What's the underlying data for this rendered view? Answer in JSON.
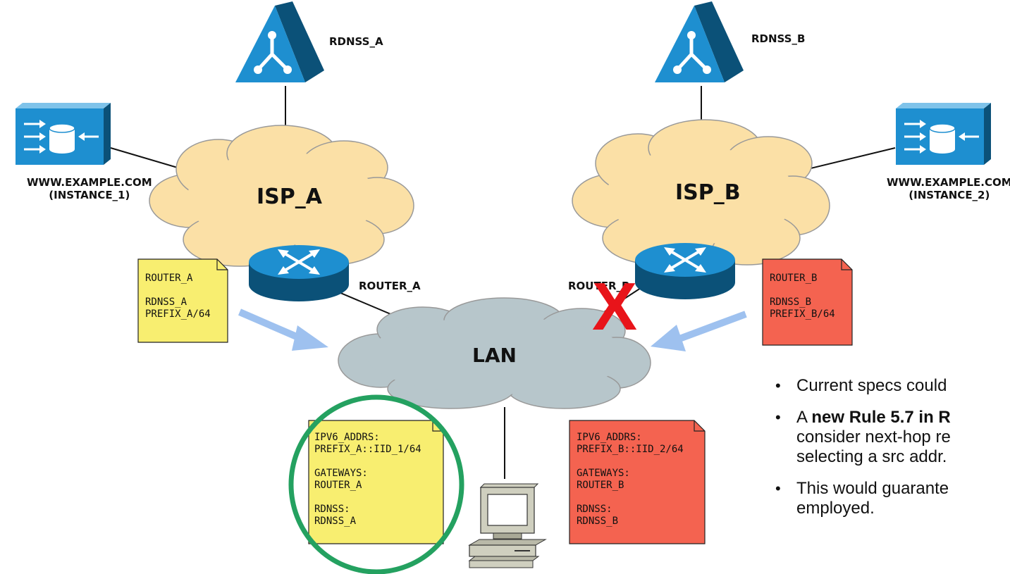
{
  "rdnss_a_label": "RDNSS_A",
  "rdnss_b_label": "RDNSS_B",
  "isp_a_label": "ISP_A",
  "isp_b_label": "ISP_B",
  "lan_label": "LAN",
  "router_a_label": "ROUTER_A",
  "router_b_label": "ROUTER_B",
  "server1": {
    "line1": "WWW.EXAMPLE.COM",
    "line2": "(INSTANCE_1)"
  },
  "server2": {
    "line1": "WWW.EXAMPLE.COM",
    "line2": "(INSTANCE_2)"
  },
  "note_router_a": "ROUTER_A\n\nRDNSS_A\nPREFIX_A/64",
  "note_router_b": "ROUTER_B\n\nRDNSS_B\nPREFIX_B/64",
  "note_host_a": "IPV6_ADDRS:\nPREFIX_A::IID_1/64\n\nGATEWAYS:\nROUTER_A\n\nRDNSS:\nRDNSS_A",
  "note_host_b": "IPV6_ADDRS:\nPREFIX_B::IID_2/64\n\nGATEWAYS:\nROUTER_B\n\nRDNSS:\nRDNSS_B",
  "failure_mark": "X",
  "bullets": {
    "b1": "Current specs could",
    "b2_pre": "A ",
    "b2_bold": "new Rule 5.7 in R",
    "b2_line2": "consider next-hop re",
    "b2_line3": "selecting a src addr.",
    "b3_line1": "This would guarante",
    "b3_line2": "employed."
  },
  "colors": {
    "isp_cloud": "#fbe0a6",
    "lan_cloud": "#b7c6cb",
    "device_blue": "#1e8fd0",
    "note_yellow": "#f8ee70",
    "note_red": "#f46350",
    "arrow_blue": "#9ec1ef",
    "highlight_circle": "#24a160",
    "failure_red": "#e8141a"
  }
}
